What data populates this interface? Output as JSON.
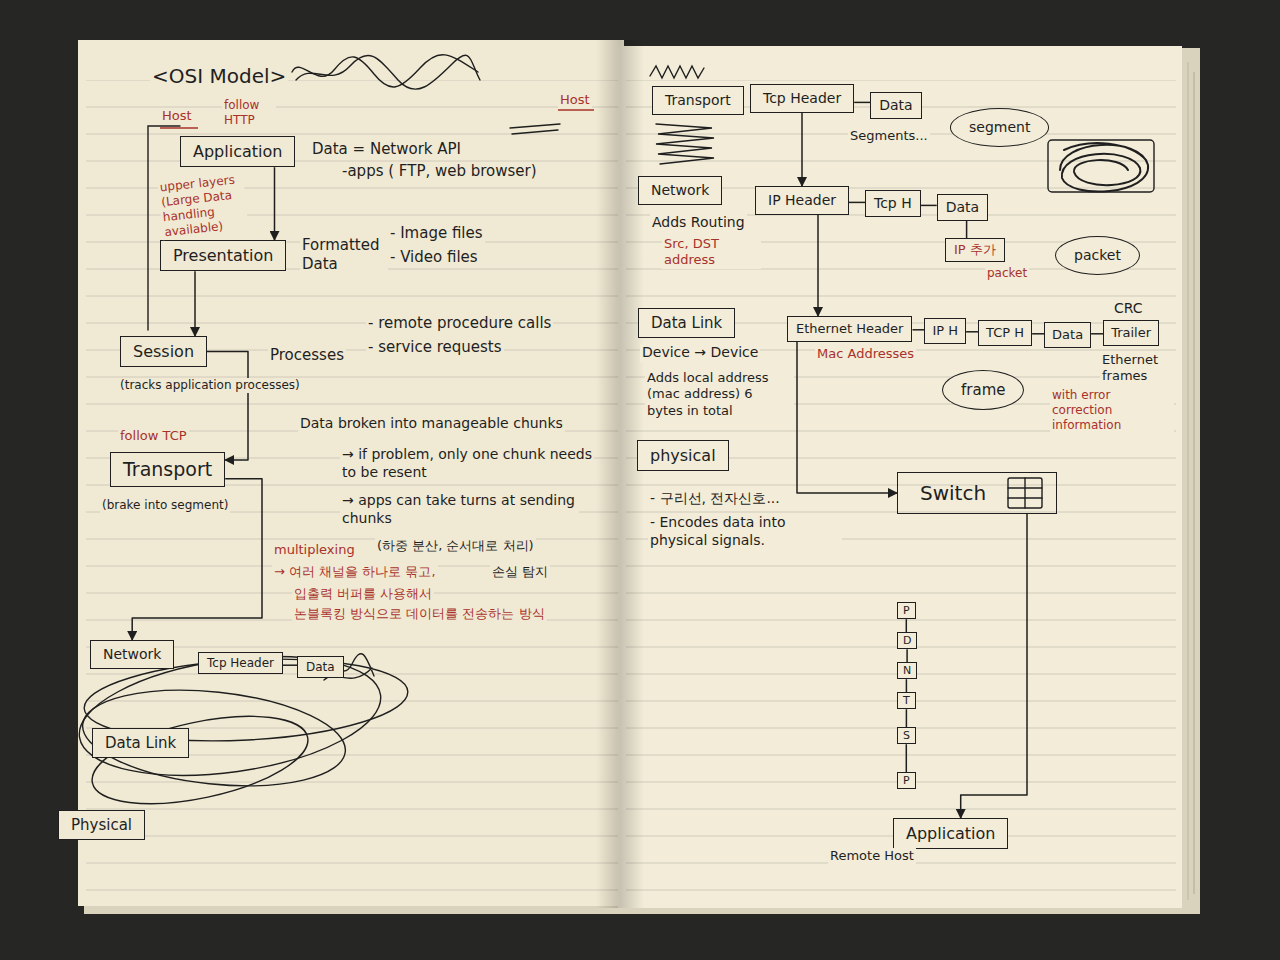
{
  "diagram": {
    "title": "<OSI Model>",
    "nodes": [
      {
        "text": [
          "Application"
        ]
      },
      {
        "text": [
          "Presentation"
        ]
      },
      {
        "text": [
          "Session"
        ]
      },
      {
        "text": [
          "Transport"
        ]
      },
      {
        "text": [
          "Network"
        ]
      },
      {
        "text": [
          "Tcp Header"
        ]
      },
      {
        "text": [
          "Data"
        ]
      },
      {
        "text": [
          "Data Link"
        ]
      },
      {
        "text": [
          "Physical"
        ]
      },
      {
        "text": [
          "Transport"
        ]
      },
      {
        "text": [
          "Tcp Header"
        ]
      },
      {
        "text": [
          "Data"
        ]
      },
      {
        "text": [
          "segment"
        ]
      },
      {
        "text": [
          "Network"
        ]
      },
      {
        "text": [
          "IP Header"
        ]
      },
      {
        "text": [
          "Tcp H"
        ]
      },
      {
        "text": [
          "Data"
        ]
      },
      {
        "text": [
          "IP 추가"
        ]
      },
      {
        "text": [
          "packet"
        ]
      },
      {
        "text": [
          "Data Link"
        ]
      },
      {
        "text": [
          "Ethernet Header"
        ]
      },
      {
        "text": [
          "IP H"
        ]
      },
      {
        "text": [
          "TCP H"
        ]
      },
      {
        "text": [
          "Data"
        ]
      },
      {
        "text": [
          "Trailer"
        ]
      },
      {
        "text": [
          "frame"
        ]
      },
      {
        "text": [
          "physical"
        ]
      },
      {
        "text": [
          "Switch"
        ]
      },
      {
        "text": [
          "P"
        ]
      },
      {
        "text": [
          "D"
        ]
      },
      {
        "text": [
          "N"
        ]
      },
      {
        "text": [
          "T"
        ]
      },
      {
        "text": [
          "S"
        ]
      },
      {
        "text": [
          "P"
        ]
      },
      {
        "text": [
          "Application"
        ]
      }
    ],
    "edges": [
      {
        "from": 0,
        "to": 1,
        "arrow": "to"
      },
      {
        "from": 1,
        "to": 2,
        "arrow": "to"
      },
      {
        "from": 2,
        "to": 3,
        "arrow": "to"
      },
      {
        "from": 3,
        "to": 4,
        "arrow": "to"
      },
      {
        "from": 5,
        "to": 6,
        "arrow": "none"
      },
      {
        "from": 10,
        "to": 11,
        "arrow": "none"
      },
      {
        "from": 10,
        "to": 14,
        "arrow": "to"
      },
      {
        "from": 14,
        "to": 15,
        "arrow": "none"
      },
      {
        "from": 15,
        "to": 16,
        "arrow": "none"
      },
      {
        "from": 16,
        "to": 17,
        "arrow": "none"
      },
      {
        "from": 14,
        "to": 20,
        "arrow": "to"
      },
      {
        "from": 20,
        "to": 21,
        "arrow": "none"
      },
      {
        "from": 21,
        "to": 22,
        "arrow": "none"
      },
      {
        "from": 22,
        "to": 23,
        "arrow": "none"
      },
      {
        "from": 23,
        "to": 24,
        "arrow": "none"
      },
      {
        "from": 20,
        "to": 27,
        "arrow": "to"
      },
      {
        "from": 27,
        "to": 34,
        "arrow": "to"
      },
      {
        "from": 28,
        "to": 29,
        "arrow": "none"
      },
      {
        "from": 29,
        "to": 30,
        "arrow": "none"
      },
      {
        "from": 30,
        "to": 31,
        "arrow": "none"
      },
      {
        "from": 31,
        "to": 32,
        "arrow": "none"
      },
      {
        "from": 32,
        "to": 33,
        "arrow": "none"
      }
    ],
    "labels": [
      "Host",
      "follow HTTP",
      "Host",
      "Data = Network API",
      "-apps ( FTP, web browser)",
      "upper layers (Large Data handling available)",
      "Formatted Data",
      "- Image files",
      "- Video files",
      "Processes",
      "- remote procedure calls",
      "- service requests",
      "(tracks application processes)",
      "follow TCP",
      "(brake into segment)",
      "Data broken into manageable chunks",
      "→ if problem, only one chunk needs to be resent",
      "→ apps can take turns at sending chunks",
      "(하중 분산, 순서대로 처리)",
      "손실 탐지",
      "multiplexing",
      "→ 여러 채널을 하나로 묶고,",
      "입출력 버퍼를 사용해서",
      "논블록킹 방식으로 데이터를 전송하는 방식",
      "Segments...",
      "Adds Routing",
      "Src, DST address",
      "packet",
      "Device → Device",
      "Adds local address (mac address) 6 bytes in total",
      "CRC",
      "Mac Addresses",
      "Ethernet frames",
      "with error correction information",
      "- 구리선, 전자신호...",
      "- Encodes data into physical signals.",
      "Remote Host"
    ]
  }
}
